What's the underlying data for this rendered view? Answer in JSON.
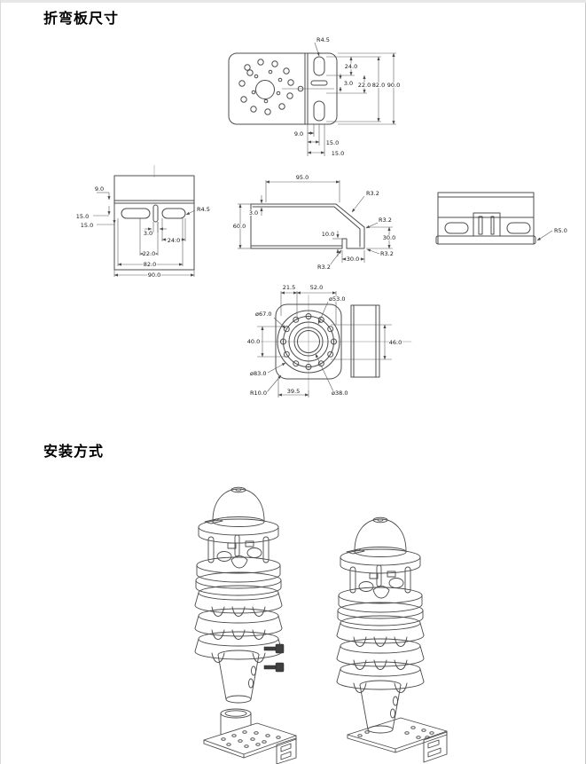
{
  "page": {
    "bg": "#ffffff",
    "ink": "#4c4c4c",
    "edge": "#e7e7e7"
  },
  "sections": {
    "bend_plate": {
      "heading": "折弯板尺寸"
    },
    "installation": {
      "heading": "安装方式"
    }
  },
  "front_view": {
    "r45": "R4.5",
    "d24": "24.0",
    "d3": "3.0",
    "d22": "22.0",
    "d82": "82.0",
    "d90": "90.0",
    "d9": "9.0",
    "d15a": "15.0",
    "d15b": "15.0"
  },
  "top_view": {
    "d9": "9.0",
    "d15a": "15.0",
    "d15b": "15.0",
    "r45": "R4.5",
    "d3": "3.0",
    "d24": "24.0",
    "d22": "22.0",
    "d82": "82.0",
    "d90": "90.0"
  },
  "side_view": {
    "d95": "95.0",
    "d3": "3.0",
    "d60": "60.0",
    "r32_top": "R3.2",
    "r32_mid": "R3.2",
    "d30_right": "30.0",
    "d10": "10.0",
    "d30_bottom": "30.0",
    "r32_bottom_right": "R3.2",
    "r32_bottom": "R3.2"
  },
  "end_view": {
    "r5": "R5.0"
  },
  "flange_view": {
    "d215": "21.5",
    "d52": "52.0",
    "dia53": "ø53.0",
    "dia67": "ø67.0",
    "d40": "40.0",
    "d46": "46.0",
    "dia83": "ø83.0",
    "r10": "R10.0",
    "d395": "39.5",
    "dia38": "ø38.0"
  }
}
